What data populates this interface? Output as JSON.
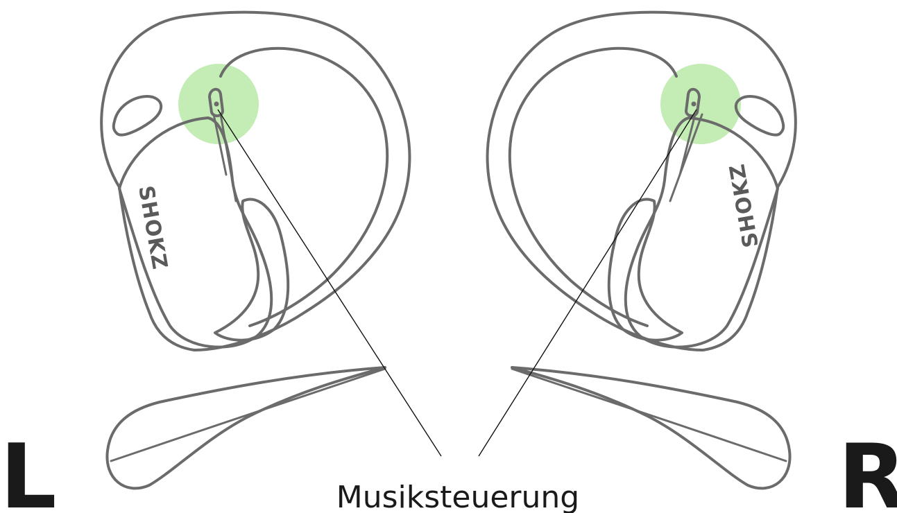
{
  "labels": {
    "left_side": "L",
    "right_side": "R",
    "button_caption": "Musiksteuerung"
  },
  "brand": {
    "left": "SHOKZ",
    "right": "SHOKZ"
  },
  "colors": {
    "button_highlight": "#c4ecb5",
    "outline": "#6b6b6b",
    "text": "#1a1a1a"
  }
}
